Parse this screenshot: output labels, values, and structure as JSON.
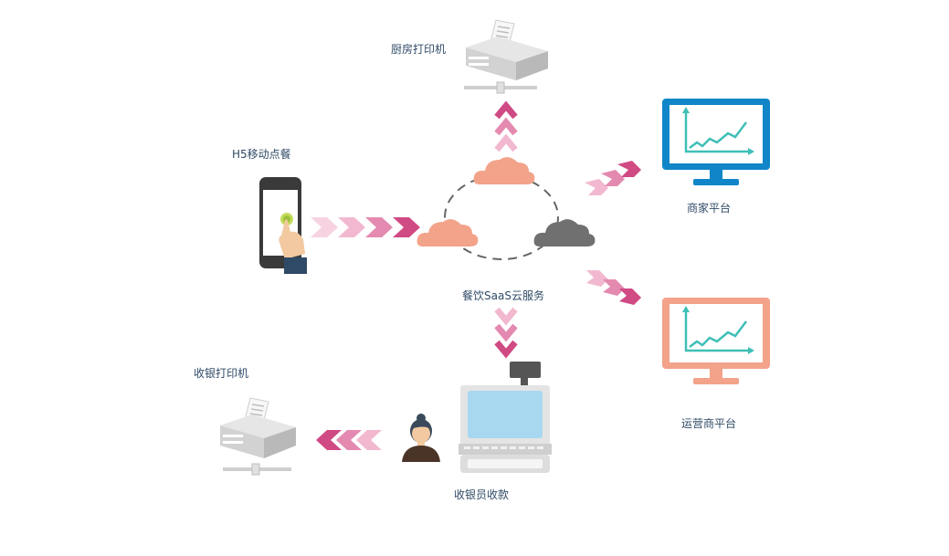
{
  "labels": {
    "kitchen_printer": "厨房打印机",
    "h5_mobile": "H5移动点餐",
    "merchant_platform": "商家平台",
    "saas_service": "餐饮SaaS云服务",
    "operator_platform": "运营商平台",
    "cashier_printer": "收银打印机",
    "cashier_payment": "收银员收款"
  },
  "colors": {
    "text": "#2f4a66",
    "pink_dark": "#d04a84",
    "pink_light": "#f2b8d0",
    "cloud_orange": "#f2a38a",
    "cloud_gray": "#707070",
    "monitor_blue": "#1086c8",
    "monitor_salmon": "#f2a38a",
    "chart_line": "#3fbfb7"
  }
}
